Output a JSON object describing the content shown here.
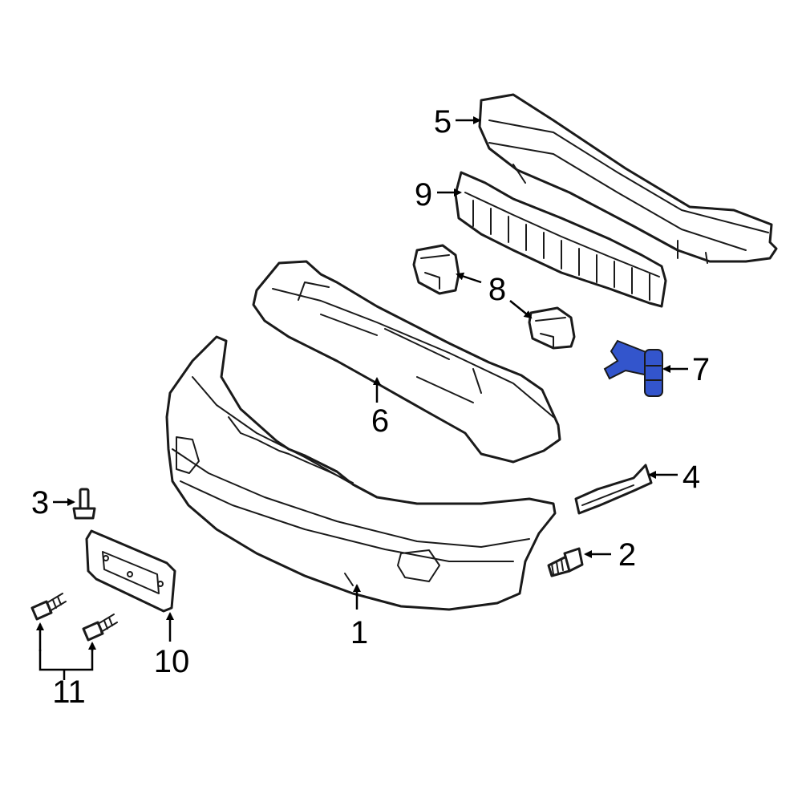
{
  "highlight_color": "#3355cc",
  "outline_color": "#1a1a1a",
  "callouts": {
    "c1": "1",
    "c2": "2",
    "c3": "3",
    "c4": "4",
    "c5": "5",
    "c6": "6",
    "c7": "7",
    "c8": "8",
    "c9": "9",
    "c10": "10",
    "c11": "11"
  },
  "highlighted_part": "7"
}
